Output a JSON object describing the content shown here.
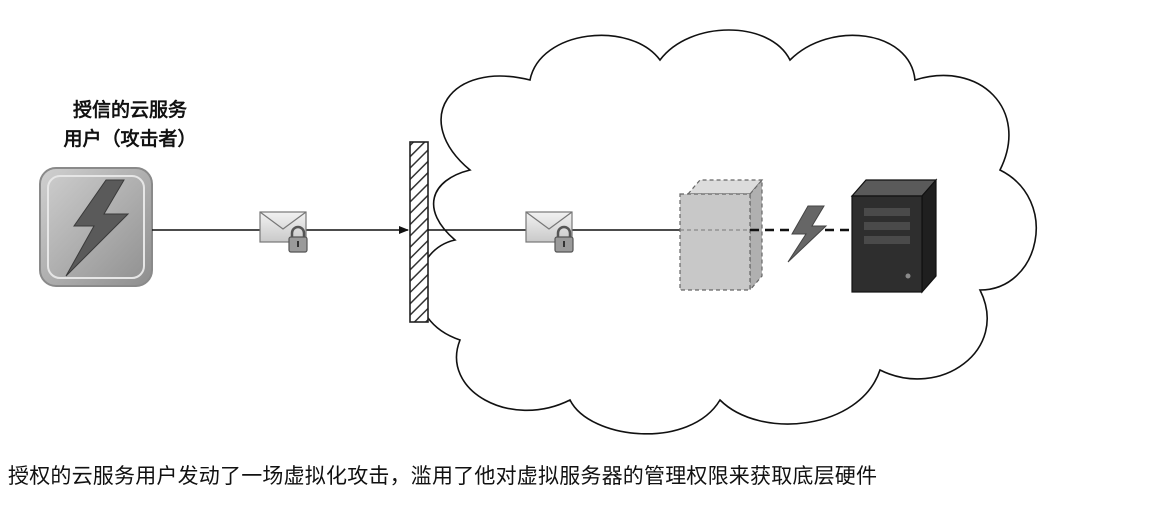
{
  "attacker_label": {
    "line1": "授信的云服务",
    "line2": "用户（攻击者）"
  },
  "caption": "授权的云服务用户发动了一场虚拟化攻击，滥用了他对虚拟服务器的管理权限来获取底层硬件",
  "icons": {
    "attacker": "lightning-bolt-icon",
    "message": "locked-envelope-icon",
    "attack": "lightning-bolt-icon",
    "virtual_server": "virtual-server-icon",
    "physical_server": "physical-server-icon"
  },
  "colors": {
    "line": "#111111",
    "cloud_fill": "#ffffff",
    "attacker_tile": "#a9a9a9",
    "bolt": "#555555",
    "virtual_server": "#c8c8c8",
    "physical_server": "#2e2e2e"
  }
}
